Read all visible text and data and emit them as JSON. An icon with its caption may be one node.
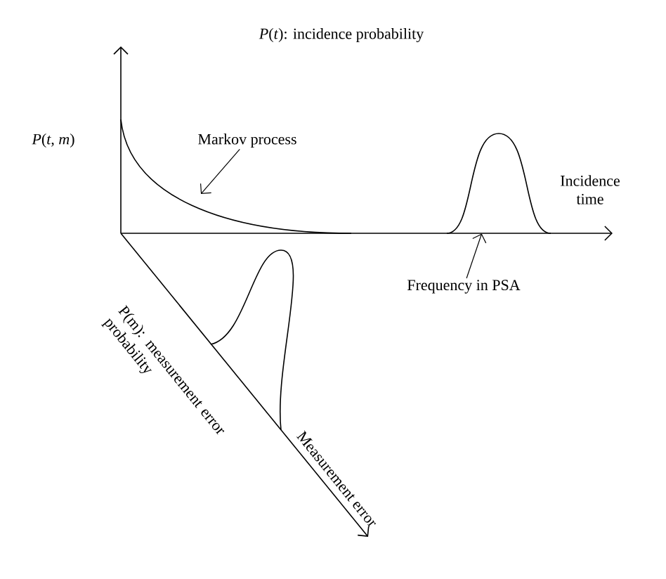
{
  "diagram": {
    "nodes": [
      {
        "text": [
          "Markov process"
        ]
      },
      {
        "text": [
          "Frequency in PSA"
        ]
      },
      {
        "text": [],
        "shape": "curve"
      }
    ],
    "edges": [
      {
        "from": 0,
        "to": null,
        "arrow": "to"
      },
      {
        "from": 1,
        "to": 2,
        "arrow": "to"
      }
    ],
    "labels": [
      "*P*(*t*): incidence probability",
      "*P*(*t*, *m*)",
      "Incidence time",
      "P(m): measurement error probability",
      "Measurement error"
    ]
  }
}
